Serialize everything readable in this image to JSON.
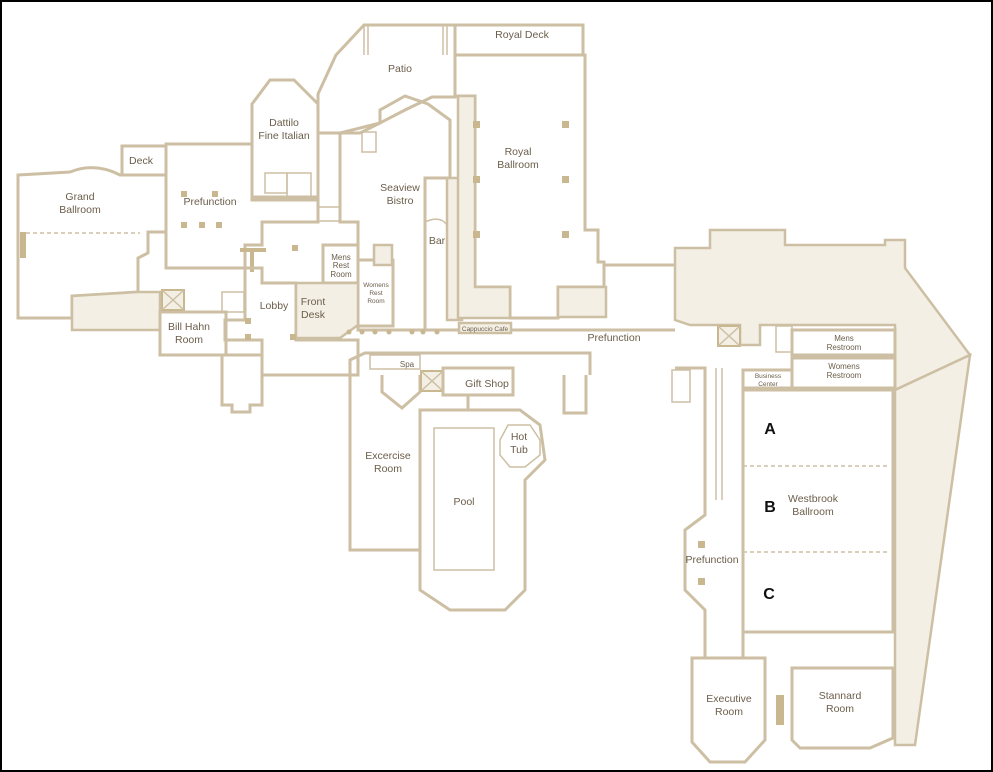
{
  "map": {
    "colors": {
      "wall": "#cdbfa3",
      "fill": "#f3efe4",
      "text": "#6b5d4a",
      "section_letter": "#111111",
      "border": "#000000"
    },
    "rooms": {
      "royal_deck": "Royal Deck",
      "patio": "Patio",
      "dattilo_1": "Dattilo",
      "dattilo_2": "Fine Italian",
      "deck": "Deck",
      "grand_ballroom_1": "Grand",
      "grand_ballroom_2": "Ballroom",
      "prefunction_west": "Prefunction",
      "seaview_1": "Seaview",
      "seaview_2": "Bistro",
      "royal_ballroom_1": "Royal",
      "royal_ballroom_2": "Ballroom",
      "bar": "Bar",
      "mens_rest_1": "Mens",
      "mens_rest_2": "Rest",
      "mens_rest_3": "Room",
      "womens_rest_1": "Womens",
      "womens_rest_2": "Rest",
      "womens_rest_3": "Room",
      "lobby": "Lobby",
      "front_desk_1": "Front",
      "front_desk_2": "Desk",
      "bill_hahn_1": "Bill Hahn",
      "bill_hahn_2": "Room",
      "cappuccio": "Cappuccio Cafe",
      "prefunction_center": "Prefunction",
      "spa": "Spa",
      "gift_shop": "Gift Shop",
      "mens_restroom_1": "Mens",
      "mens_restroom_2": "Restroom",
      "womens_restroom_1": "Womens",
      "womens_restroom_2": "Restroom",
      "business_1": "Business",
      "business_2": "Center",
      "exercise_1": "Excercise",
      "exercise_2": "Room",
      "hot_tub_1": "Hot",
      "hot_tub_2": "Tub",
      "pool": "Pool",
      "westbrook_1": "Westbrook",
      "westbrook_2": "Ballroom",
      "prefunction_east": "Prefunction",
      "executive_1": "Executive",
      "executive_2": "Room",
      "stannard_1": "Stannard",
      "stannard_2": "Room"
    },
    "sections": {
      "a": "A",
      "b": "B",
      "c": "C"
    }
  }
}
